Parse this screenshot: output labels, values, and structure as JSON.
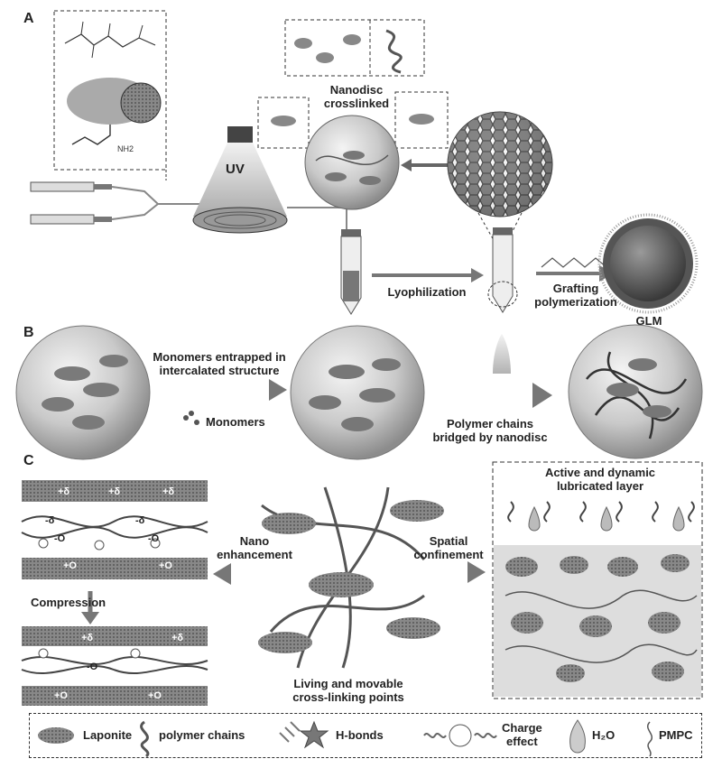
{
  "panels": {
    "a": "A",
    "b": "B",
    "c": "C"
  },
  "panel_a": {
    "uv": "UV",
    "nanodisc_crosslinked": "Nanodisc\ncrosslinked",
    "lyophilization": "Lyophilization",
    "grafting": "Grafting\npolymerization",
    "glm": "GLM",
    "nh2": "NH2"
  },
  "panel_b": {
    "monomers_entrapped": "Monomers entrapped in\nintercalated structure",
    "monomers": "Monomers",
    "polymer_chains_bridged": "Polymer chains\nbridged by nanodisc"
  },
  "panel_c": {
    "active_layer": "Active and dynamic\nlubricated layer",
    "nano_enhancement": "Nano\nenhancement",
    "spatial_confinement": "Spatial\nconfinement",
    "compression": "Compression",
    "living_points": "Living and movable\ncross-linking points",
    "delta_plus": "+δ",
    "delta_minus": "-δ",
    "o_plus": "+O",
    "o_minus": "-O"
  },
  "legend": {
    "laponite": "Laponite",
    "polymer_chains": "polymer chains",
    "h_bonds": "H-bonds",
    "charge_effect": "Charge\neffect",
    "h2o": "H₂O",
    "pmpc": "PMPC"
  }
}
